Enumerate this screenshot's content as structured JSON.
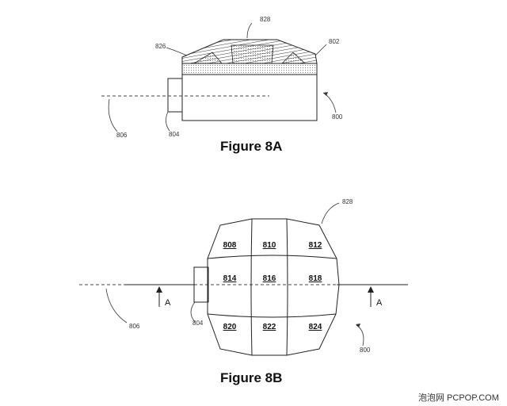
{
  "figure_a": {
    "caption": "Figure 8A",
    "refs": {
      "top": "828",
      "left_top": "826",
      "right_top": "802",
      "axis": "806",
      "plug": "804",
      "device": "800"
    }
  },
  "figure_b": {
    "caption": "Figure 8B",
    "refs": {
      "top_right": "828",
      "axis": "806",
      "plug": "804",
      "device": "800"
    },
    "section_labels": {
      "left": "A",
      "right": "A"
    },
    "cells": [
      [
        "808",
        "810",
        "812"
      ],
      [
        "814",
        "816",
        "818"
      ],
      [
        "820",
        "822",
        "824"
      ]
    ]
  },
  "watermark": "泡泡网 PCPOP.COM"
}
